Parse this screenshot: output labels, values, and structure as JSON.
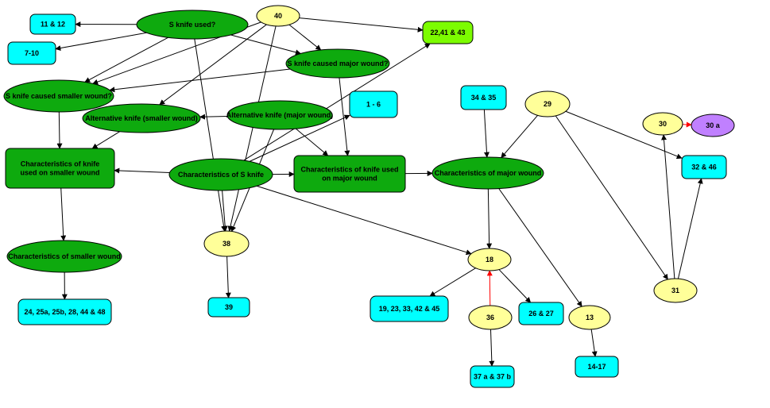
{
  "colors": {
    "green": "#0eaa0e",
    "yellow": "#ffff99",
    "cyan": "#00ffff",
    "lime": "#7cfc00",
    "purple": "#c080ff",
    "edge": "#000000",
    "edge_highlight": "#ff0000"
  },
  "nodes": [
    {
      "id": "s_knife_used",
      "lines": [
        "S knife used?"
      ],
      "color": "green"
    },
    {
      "id": "n40",
      "lines": [
        "40"
      ],
      "color": "yellow"
    },
    {
      "id": "n22_41_43",
      "lines": [
        "22,41 & 43"
      ],
      "color": "lime"
    },
    {
      "id": "n11_12",
      "lines": [
        "11 & 12"
      ],
      "color": "cyan"
    },
    {
      "id": "n7_10",
      "lines": [
        "7-10"
      ],
      "color": "cyan"
    },
    {
      "id": "s_knife_major",
      "lines": [
        "S knife caused major wound?"
      ],
      "color": "green"
    },
    {
      "id": "s_knife_smaller",
      "lines": [
        "S knife caused smaller wound?"
      ],
      "color": "green"
    },
    {
      "id": "alt_smaller",
      "lines": [
        "Alternative knife (smaller wound)"
      ],
      "color": "green"
    },
    {
      "id": "alt_major",
      "lines": [
        "Alternative knife (major wound)"
      ],
      "color": "green"
    },
    {
      "id": "n1_6",
      "lines": [
        "1 - 6"
      ],
      "color": "cyan"
    },
    {
      "id": "n34_35",
      "lines": [
        "34 & 35"
      ],
      "color": "cyan"
    },
    {
      "id": "n29",
      "lines": [
        "29"
      ],
      "color": "yellow"
    },
    {
      "id": "n30",
      "lines": [
        "30"
      ],
      "color": "yellow"
    },
    {
      "id": "n30a",
      "lines": [
        "30 a"
      ],
      "color": "purple"
    },
    {
      "id": "n32_46",
      "lines": [
        "32 & 46"
      ],
      "color": "cyan"
    },
    {
      "id": "char_knife_smaller",
      "lines": [
        "Characteristics of knife",
        "used on smaller wound"
      ],
      "color": "green"
    },
    {
      "id": "char_s_knife",
      "lines": [
        "Characteristics of S knife"
      ],
      "color": "green"
    },
    {
      "id": "char_knife_major",
      "lines": [
        "Characteristics of knife used",
        "on major wound"
      ],
      "color": "green"
    },
    {
      "id": "char_major_wound",
      "lines": [
        "Characteristics of major wound"
      ],
      "color": "green"
    },
    {
      "id": "char_smaller_wound",
      "lines": [
        "Characteristics of smaller wound"
      ],
      "color": "green"
    },
    {
      "id": "n38",
      "lines": [
        "38"
      ],
      "color": "yellow"
    },
    {
      "id": "n18",
      "lines": [
        "18"
      ],
      "color": "yellow"
    },
    {
      "id": "n31",
      "lines": [
        "31"
      ],
      "color": "yellow"
    },
    {
      "id": "n24_48",
      "lines": [
        "24, 25a, 25b, 28, 44 & 48"
      ],
      "color": "cyan"
    },
    {
      "id": "n39",
      "lines": [
        "39"
      ],
      "color": "cyan"
    },
    {
      "id": "n19_45",
      "lines": [
        "19, 23, 33, 42 & 45"
      ],
      "color": "cyan"
    },
    {
      "id": "n36",
      "lines": [
        "36"
      ],
      "color": "yellow"
    },
    {
      "id": "n26_27",
      "lines": [
        "26 & 27"
      ],
      "color": "cyan"
    },
    {
      "id": "n13",
      "lines": [
        "13"
      ],
      "color": "yellow"
    },
    {
      "id": "n14_17",
      "lines": [
        "14-17"
      ],
      "color": "cyan"
    },
    {
      "id": "n37",
      "lines": [
        "37 a & 37 b"
      ],
      "color": "cyan"
    }
  ],
  "edges": [
    {
      "from": "s_knife_used",
      "to": "n11_12"
    },
    {
      "from": "s_knife_used",
      "to": "n7_10"
    },
    {
      "from": "s_knife_used",
      "to": "s_knife_major"
    },
    {
      "from": "s_knife_used",
      "to": "s_knife_smaller"
    },
    {
      "from": "s_knife_used",
      "to": "n38"
    },
    {
      "from": "n40",
      "to": "n22_41_43"
    },
    {
      "from": "n40",
      "to": "s_knife_major"
    },
    {
      "from": "n40",
      "to": "s_knife_smaller"
    },
    {
      "from": "n40",
      "to": "alt_smaller"
    },
    {
      "from": "n40",
      "to": "n38"
    },
    {
      "from": "s_knife_major",
      "to": "s_knife_smaller"
    },
    {
      "from": "s_knife_major",
      "to": "char_knife_major"
    },
    {
      "from": "s_knife_smaller",
      "to": "char_knife_smaller"
    },
    {
      "from": "alt_major",
      "to": "alt_smaller"
    },
    {
      "from": "alt_major",
      "to": "char_knife_major"
    },
    {
      "from": "alt_major",
      "to": "n38"
    },
    {
      "from": "alt_smaller",
      "to": "char_knife_smaller"
    },
    {
      "from": "char_s_knife",
      "to": "n22_41_43"
    },
    {
      "from": "char_s_knife",
      "to": "n1_6"
    },
    {
      "from": "char_s_knife",
      "to": "char_knife_smaller"
    },
    {
      "from": "char_s_knife",
      "to": "char_knife_major"
    },
    {
      "from": "char_s_knife",
      "to": "n38"
    },
    {
      "from": "char_s_knife",
      "to": "n18"
    },
    {
      "from": "char_knife_smaller",
      "to": "char_smaller_wound"
    },
    {
      "from": "char_smaller_wound",
      "to": "n24_48"
    },
    {
      "from": "char_knife_major",
      "to": "char_major_wound"
    },
    {
      "from": "n34_35",
      "to": "char_major_wound"
    },
    {
      "from": "n29",
      "to": "char_major_wound"
    },
    {
      "from": "n29",
      "to": "n32_46"
    },
    {
      "from": "n29",
      "to": "n31"
    },
    {
      "from": "char_major_wound",
      "to": "n18"
    },
    {
      "from": "char_major_wound",
      "to": "n13"
    },
    {
      "from": "n30",
      "to": "n30a",
      "highlight": true
    },
    {
      "from": "n31",
      "to": "n30"
    },
    {
      "from": "n31",
      "to": "n32_46"
    },
    {
      "from": "n38",
      "to": "n39"
    },
    {
      "from": "n18",
      "to": "n19_45"
    },
    {
      "from": "n18",
      "to": "n26_27"
    },
    {
      "from": "n36",
      "to": "n18",
      "highlight": true
    },
    {
      "from": "n36",
      "to": "n37"
    },
    {
      "from": "n13",
      "to": "n14_17"
    }
  ]
}
